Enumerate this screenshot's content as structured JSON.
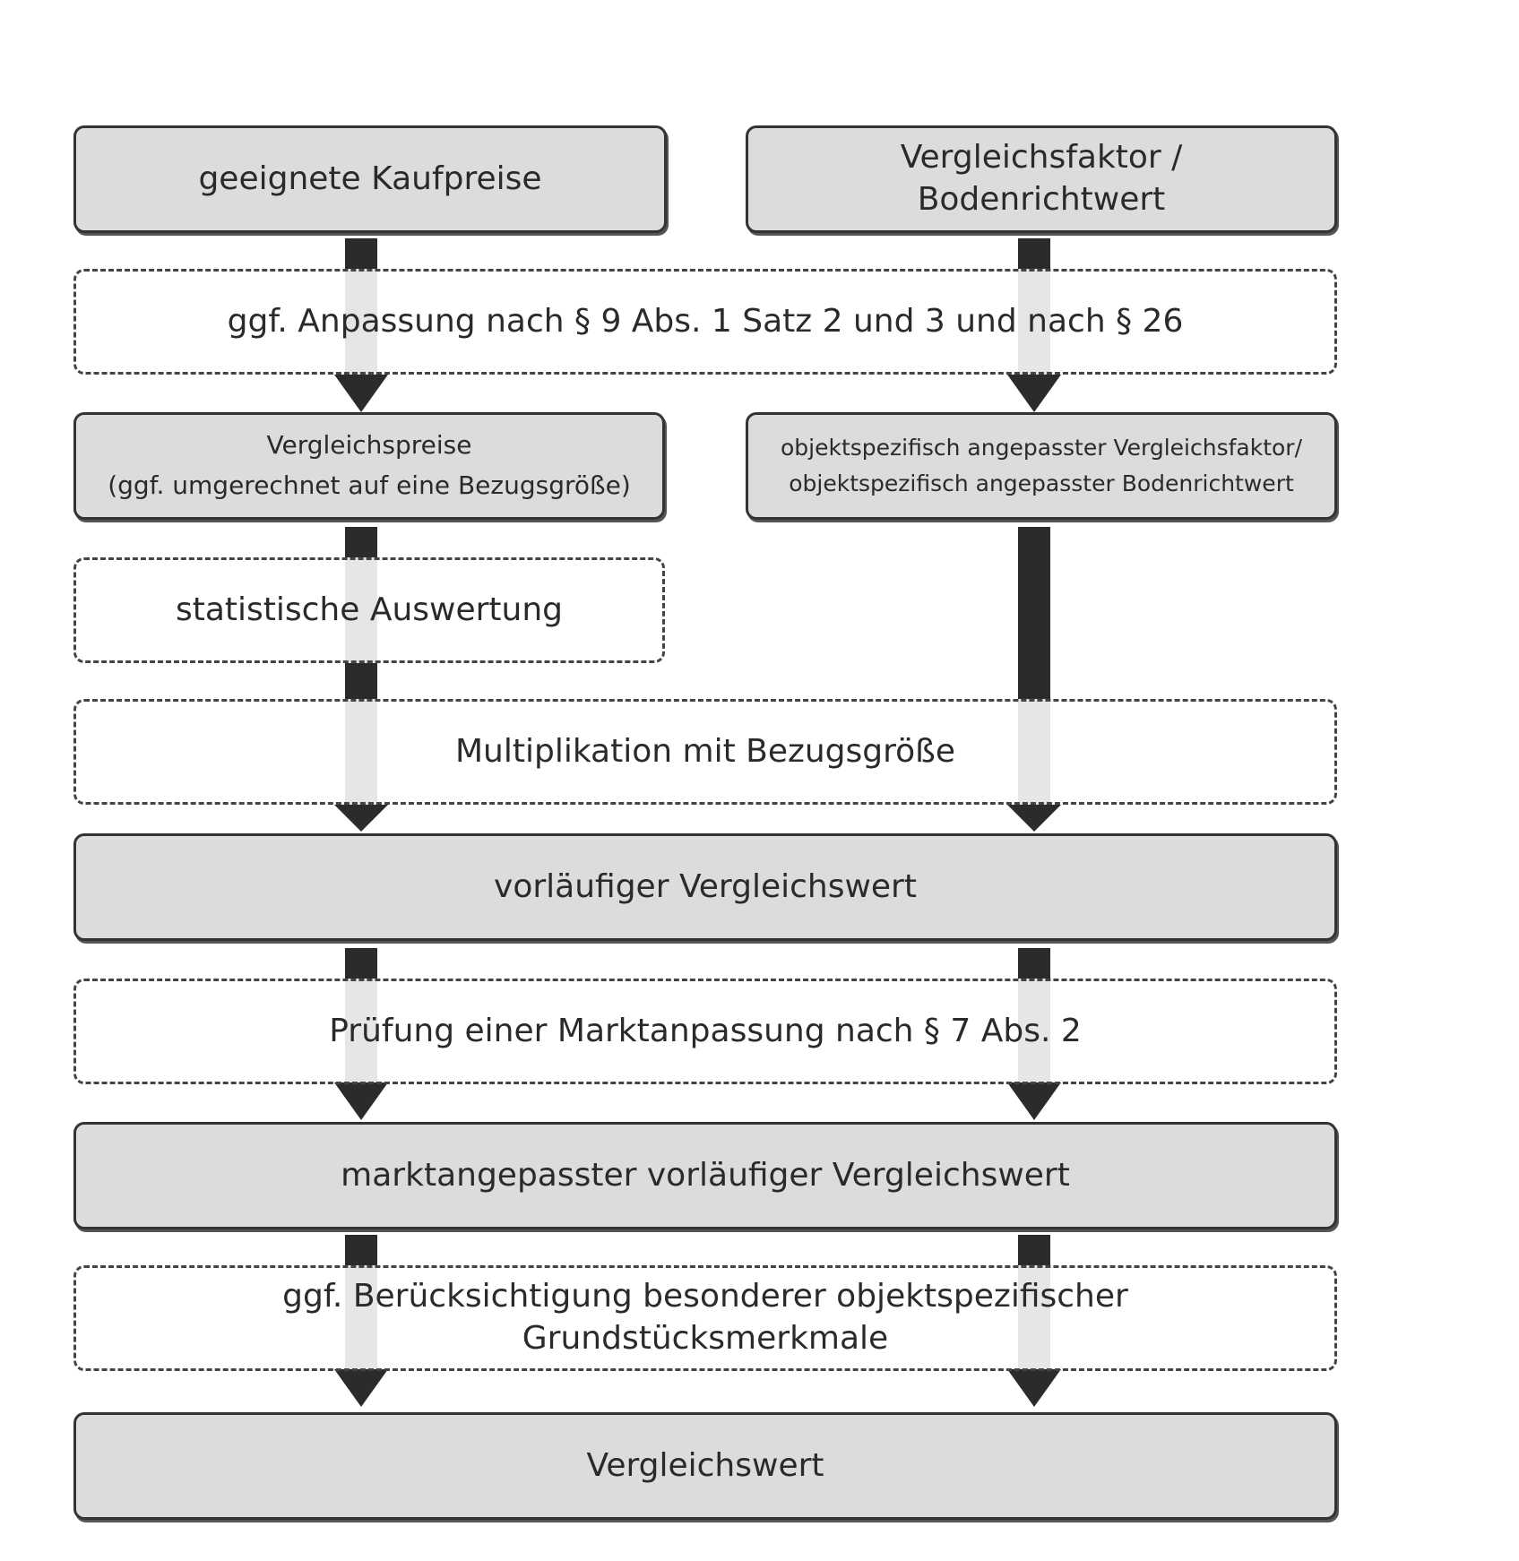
{
  "diagram": {
    "left_column": {
      "top_box": "geeignete Kaufpreise",
      "comparison_prices": [
        "Vergleichspreise",
        "(ggf. umgerechnet auf eine Bezugsgröße)"
      ],
      "statistics_step": "statistische Auswertung"
    },
    "right_column": {
      "top_box": [
        "Vergleichsfaktor /",
        "Bodenrichtwert"
      ],
      "adapted_factor": [
        "objektspezifisch angepasster Vergleichsfaktor/",
        "objektspezifisch angepasster Bodenrichtwert"
      ]
    },
    "adjustment_step": "ggf. Anpassung nach § 9 Abs. 1 Satz 2 und 3 und nach § 26",
    "multiplication_step": "Multiplikation mit Bezugsgröße",
    "preliminary_value": "vorläufiger Vergleichswert",
    "market_check_step": "Prüfung einer Marktanpassung nach § 7 Abs. 2",
    "market_adjusted_value": "marktangepasster vorläufiger Vergleichswert",
    "special_features_step": [
      "ggf. Berücksichtigung besonderer objektspezifischer",
      "Grundstücksmerkmale"
    ],
    "final_value": "Vergleichswert"
  },
  "colors": {
    "box_fill": "#dcdcdc",
    "border": "#333333",
    "arrow_dark": "#2b2b2b",
    "arrow_light": "#e6e6e6"
  }
}
